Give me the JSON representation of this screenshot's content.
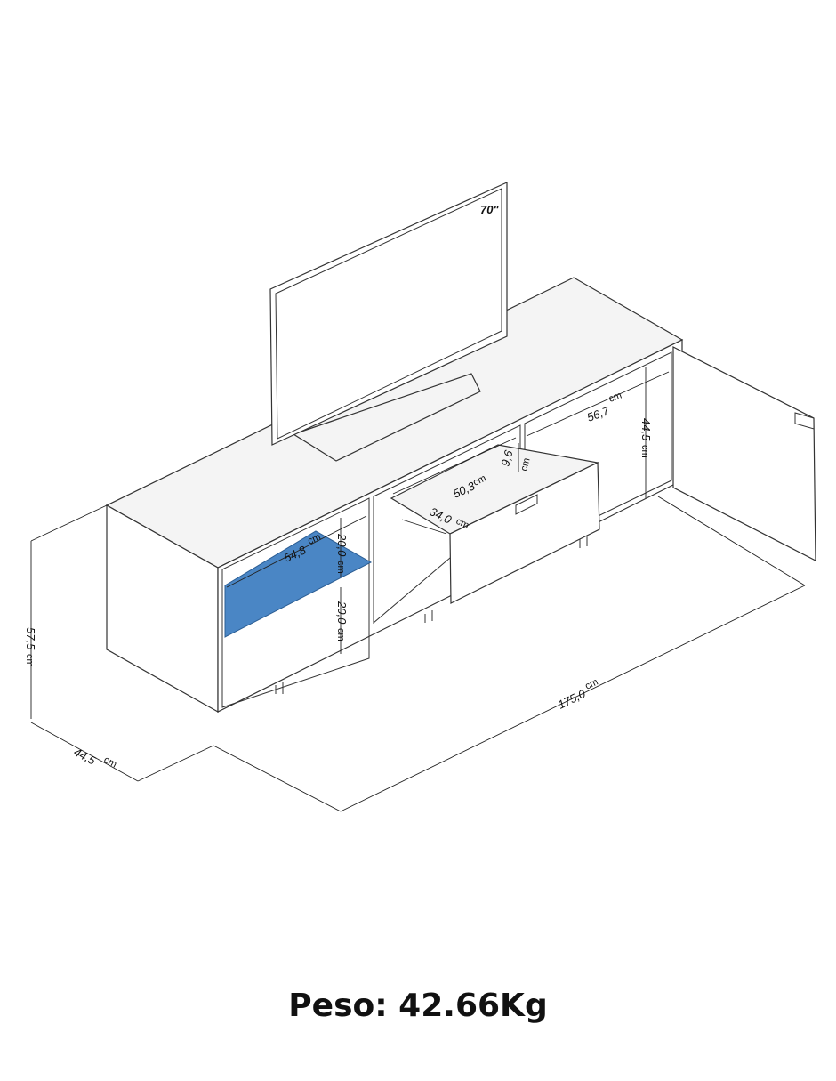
{
  "tv": {
    "size_label": "70\""
  },
  "dimensions": {
    "height": {
      "value": "57,5",
      "unit": "cm"
    },
    "depth": {
      "value": "44,5",
      "unit": "cm"
    },
    "width": {
      "value": "175,0",
      "unit": "cm"
    },
    "shelf_width": {
      "value": "54,8",
      "unit": "cm"
    },
    "shelf_gap_upper": {
      "value": "20,0",
      "unit": "cm"
    },
    "shelf_gap_lower": {
      "value": "20,0",
      "unit": "cm"
    },
    "drawer_width": {
      "value": "50,3",
      "unit": "cm"
    },
    "drawer_depth": {
      "value": "34,0",
      "unit": "cm"
    },
    "drawer_height": {
      "value": "9,6",
      "unit": "cm"
    },
    "right_compartment_width": {
      "value": "56,7",
      "unit": "cm"
    },
    "right_compartment_height": {
      "value": "44,5",
      "unit": "cm"
    }
  },
  "colors": {
    "shelf_highlight": "#4a86c5",
    "lines": "#333333"
  },
  "weight_label": "Peso: 42.66Kg"
}
